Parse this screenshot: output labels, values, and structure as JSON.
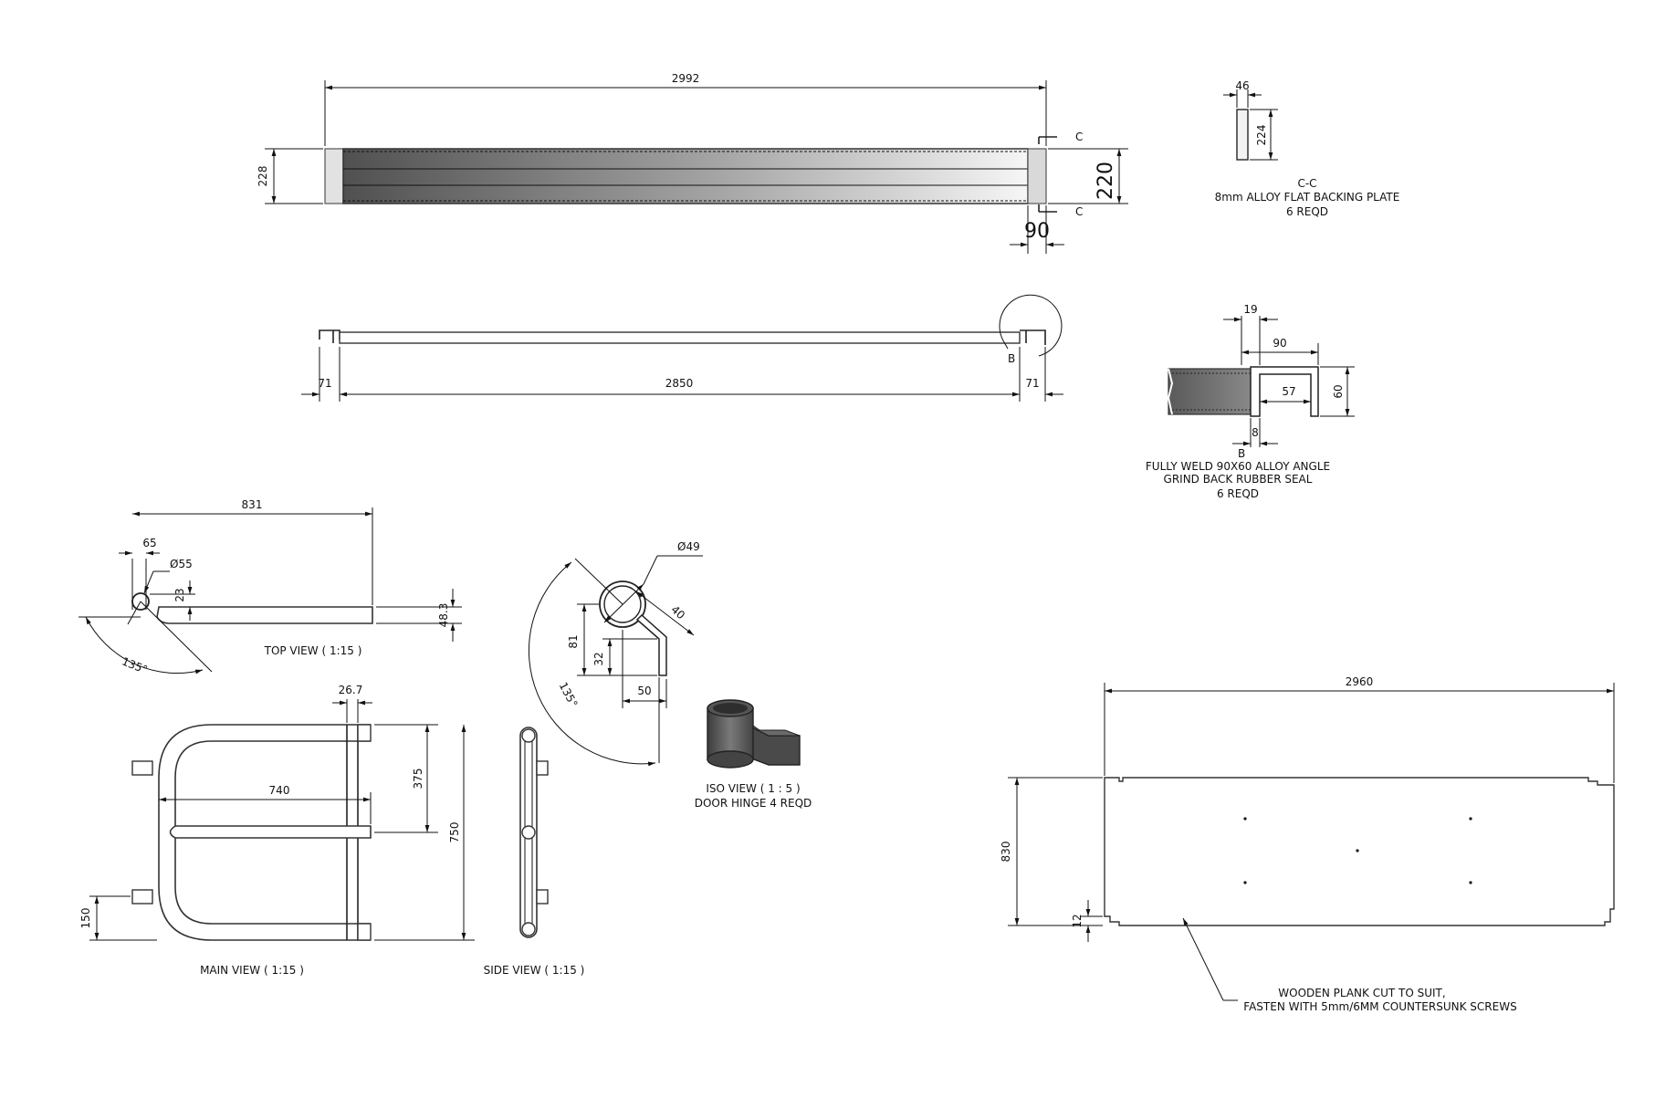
{
  "dims": {
    "d2992": "2992",
    "d228": "228",
    "d220": "220",
    "d90a": "90",
    "cTop": "C",
    "cBot": "C",
    "d46": "46",
    "d224": "224",
    "d71a": "71",
    "d2850": "2850",
    "d71b": "71",
    "bMark": "B",
    "d19": "19",
    "d90b": "90",
    "d57": "57",
    "d60": "60",
    "d8": "8",
    "bMark2": "B",
    "d831": "831",
    "d65": "65",
    "dia55": "Ø55",
    "d23": "23",
    "d483": "48.3",
    "ang135a": "135°",
    "dia49": "Ø49",
    "d40": "40",
    "d81": "81",
    "d32": "32",
    "d50": "50",
    "ang135b": "135°",
    "d267": "26.7",
    "d740": "740",
    "d375": "375",
    "d750": "750",
    "d150": "150",
    "d2960": "2960",
    "d830": "830",
    "d12": "12"
  },
  "labels": {
    "cc_title": "C-C",
    "cc_line1": "8mm ALLOY FLAT BACKING PLATE",
    "cc_line2": "6 REQD",
    "angle_line1": "FULLY WELD 90X60 ALLOY ANGLE",
    "angle_line2": "GRIND BACK RUBBER SEAL",
    "angle_line3": "6 REQD",
    "top_view": "TOP VIEW ( 1:15 )",
    "main_view": "MAIN VIEW ( 1:15 )",
    "side_view": "SIDE VIEW ( 1:15 )",
    "iso_line1": "ISO VIEW ( 1 : 5 )",
    "iso_line2": "DOOR HINGE 4 REQD",
    "plank_line1": "WOODEN PLANK CUT TO SUIT,",
    "plank_line2": "FASTEN WITH 5mm/6MM COUNTERSUNK SCREWS"
  },
  "colors": {
    "line": "#111111",
    "metal_dark": "#555555",
    "metal_light": "#f2f2f2"
  }
}
